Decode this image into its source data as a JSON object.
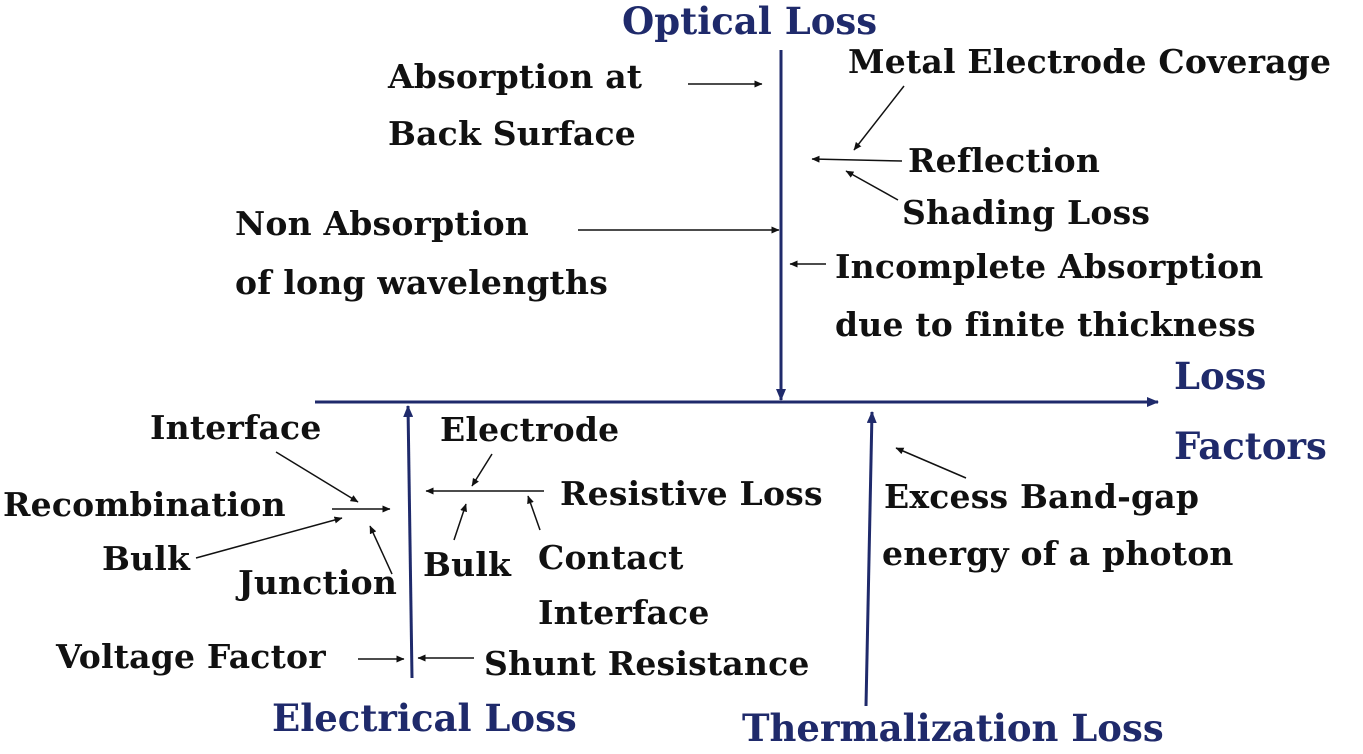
{
  "colors": {
    "axis": "#1f2a6b",
    "heading": "#1f2a6b",
    "text": "#111111",
    "arrow": "#111111"
  },
  "headings": {
    "optical": "Optical Loss",
    "electrical": "Electrical Loss",
    "thermalization": "Thermalization Loss",
    "loss_factors_line1": "Loss",
    "loss_factors_line2": "Factors"
  },
  "optical": {
    "absorption_back_line1": "Absorption at",
    "absorption_back_line2": "Back Surface",
    "non_absorption_line1": "Non Absorption",
    "non_absorption_line2": "of long wavelengths",
    "metal_electrode": "Metal Electrode Coverage",
    "reflection": "Reflection",
    "shading": "Shading Loss",
    "incomplete_line1": "Incomplete Absorption",
    "incomplete_line2": "due to finite thickness"
  },
  "electrical": {
    "interface": "Interface",
    "recombination": "Recombination",
    "bulk": "Bulk",
    "junction": "Junction",
    "voltage_factor": "Voltage Factor",
    "electrode": "Electrode",
    "resistive_loss": "Resistive Loss",
    "bulk_resistive": "Bulk",
    "contact_line1": "Contact",
    "contact_line2": "Interface",
    "shunt_resistance": "Shunt Resistance"
  },
  "thermal": {
    "excess_line1": "Excess Band-gap",
    "excess_line2": "energy of a photon"
  }
}
